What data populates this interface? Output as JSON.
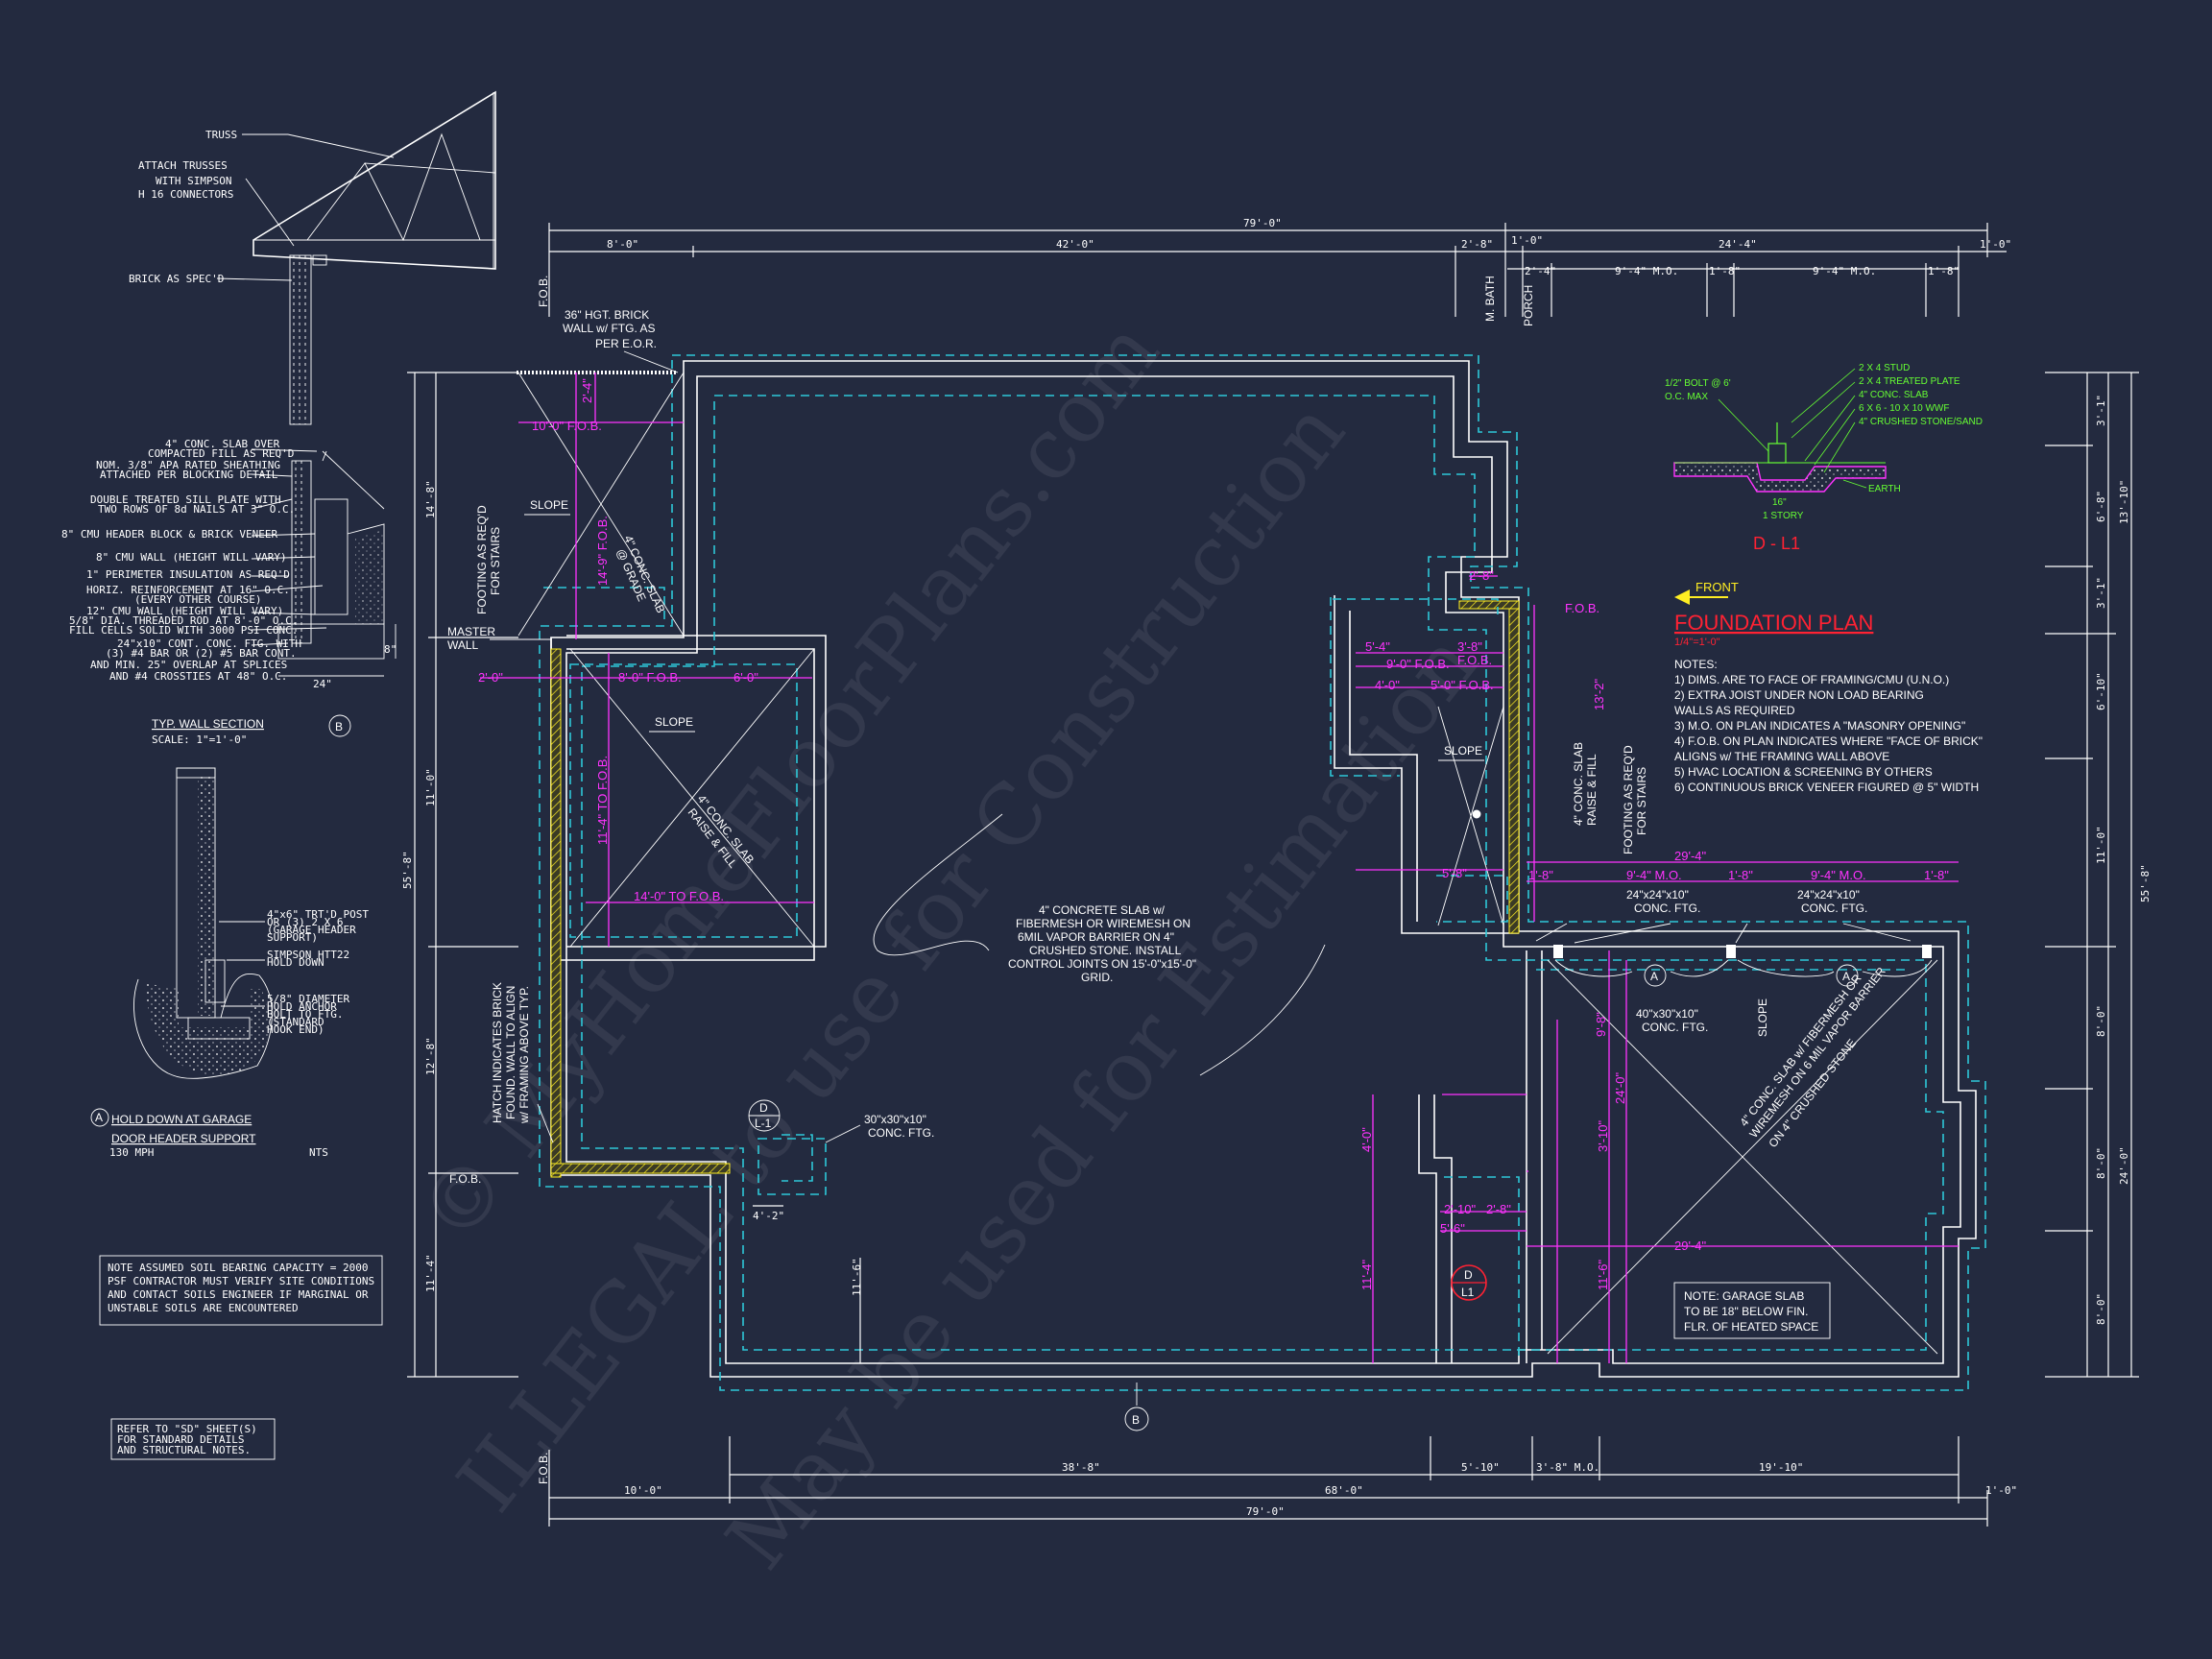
{
  "drawing": {
    "title": "FOUNDATION PLAN",
    "scale": "1/4\"=1'-0\"",
    "front_label": "FRONT",
    "detail_tag": "D - L1",
    "notes_heading": "NOTES:",
    "notes": [
      "1)  DIMS. ARE TO FACE OF FRAMING/CMU (U.N.O.)",
      "2) EXTRA JOIST UNDER NON LOAD BEARING",
      "     WALLS AS REQUIRED",
      "3) M.O. ON PLAN INDICATES A \"MASONRY OPENING\"",
      "4) F.O.B. ON PLAN INDICATES WHERE \"FACE OF BRICK\"",
      "     ALIGNS w/ THE FRAMING WALL ABOVE",
      "5) HVAC LOCATION & SCREENING BY OTHERS",
      "6) CONTINUOUS BRICK VENEER FIGURED @ 5\" WIDTH"
    ],
    "soil_note": [
      "NOTE ASSUMED SOIL BEARING CAPACITY = 2000",
      "PSF CONTRACTOR MUST VERIFY SITE CONDITIONS",
      "AND CONTACT SOILS ENGINEER IF MARGINAL OR",
      "UNSTABLE SOILS ARE ENCOUNTERED"
    ],
    "refer_note": [
      "REFER TO \"SD\" SHEET(S)",
      "FOR STANDARD DETAILS",
      "AND STRUCTURAL NOTES."
    ],
    "garage_note": [
      "NOTE: GARAGE SLAB",
      "TO BE 18\" BELOW FIN.",
      "FLR. OF HEATED SPACE"
    ],
    "main_slab_note": [
      "4\" CONCRETE SLAB w/",
      "FIBERMESH OR WIREMESH ON",
      "6MIL VAPOR BARRIER ON 4\"",
      "CRUSHED STONE. INSTALL",
      "CONTROL JOINTS ON 15'-0\"x15'-0\"",
      "GRID."
    ],
    "garage_slab_note": [
      "4\" CONC. SLAB w/ FIBERMESH OR",
      "WIREMESH ON 6 MIL VAPOR BARRIER",
      "ON 4\" CRUSHED STONE"
    ],
    "hatch_note": [
      "HATCH INDICATES BRICK",
      "FOUND. WALL TO ALIGN",
      "w/ FRAMING ABOVE TYP."
    ],
    "brick_wall_note": [
      "36\" HGT. BRICK",
      "WALL w/ FTG. AS",
      "PER E.O.R."
    ],
    "master_wall": [
      "MASTER",
      "WALL"
    ],
    "footing_stairs": [
      "FOOTING AS REQ'D",
      "FOR STAIRS"
    ],
    "slope": "SLOPE",
    "conc_slab_grade": [
      "4\" CONC. SLAB",
      "@ GRADE"
    ],
    "conc_slab_raise": [
      "4\" CONC. SLAB",
      "RAISE & FILL"
    ],
    "ftg_30": [
      "30\"x30\"x10\"",
      "CONC. FTG."
    ],
    "ftg_24": [
      "24\"x24\"x10\"",
      "CONC. FTG."
    ],
    "ftg_40": [
      "40\"x30\"x10\"",
      "CONC. FTG."
    ],
    "fob": "F.O.B.",
    "m_bath": "M. BATH",
    "porch": "PORCH",
    "section_tag": "B",
    "grid_tag": "A",
    "dl_tag": [
      "D",
      "L-1"
    ],
    "dl_tag2": [
      "D",
      "L1"
    ],
    "watermark": [
      "© MyHomeFloorPlans.com",
      "ILLEGAL to use for Construction",
      "May be used for Estimation"
    ]
  },
  "dims_top": {
    "overall": "79'-0\"",
    "seg": [
      "8'-0\"",
      "42'-0\"",
      "2'-8\"",
      "1'-0\"",
      "24'-4\"",
      "1'-0\""
    ],
    "sub": [
      "2'-4\"",
      "9'-4\" M.O.",
      "1'-8\"",
      "9'-4\" M.O.",
      "1'-8\""
    ]
  },
  "dims_bottom": {
    "overall": "79'-0\"",
    "seg": [
      "10'-0\"",
      "68'-0\"",
      "1'-0\""
    ],
    "sub": [
      "38'-8\"",
      "5'-10\"",
      "3'-8\" M.O.",
      "19'-10\""
    ]
  },
  "dims_left": [
    "14'-8\"",
    "11'-0\"",
    "12'-8\"",
    "11'-4\"",
    "55'-8\""
  ],
  "dims_right": [
    "3'-1\"",
    "6'-8\"",
    "3'-1\"",
    "13'-10\"",
    "6'-10\"",
    "11'-0\"",
    "8'-0\"",
    "8'-0\"",
    "8'-0\"",
    "24'-0\"",
    "55'-8\""
  ],
  "mag_dims": {
    "a": "10'-0\" F.O.B.",
    "b": "2'-4\"",
    "c": "14'-9\" F.O.B.",
    "d": "2'-0\"",
    "e": "8'-0\" F.O.B.",
    "f": "6'-0\"",
    "g": "11'-4\" TO F.O.B.",
    "h": "14'-0\" TO F.O.B.",
    "i": "5'-4\"",
    "j": "3'-8\"",
    "k": "9'-0\" F.O.B.",
    "l": "F.O.B.",
    "m": "4'-0\"",
    "n": "5'-0\" F.O.B.",
    "o": "2'-8\"",
    "p": "13'-2\"",
    "q": "5'-8\"",
    "r": "29'-4\"",
    "s": "1'-8\"",
    "t": "9'-4\" M.O.",
    "u": "9'-8\"",
    "v": "24'-0\"",
    "w": "4'-0\"",
    "x": "3'-10\"",
    "y": "2'-10\"",
    "z": "5'-6\"",
    "aa": "11'-4\"",
    "ab": "11'-6\"",
    "ac": "4'-2\"",
    "ad": "11'-6\""
  },
  "wall_section": {
    "title": "TYP. WALL SECTION",
    "tag": "B",
    "scale": "SCALE: 1\"=1'-0\"",
    "labels": [
      "TRUSS",
      "ATTACH TRUSSES",
      "WITH SIMPSON",
      "H 16 CONNECTORS",
      "BRICK AS SPEC'D",
      "4\" CONC. SLAB OVER",
      "COMPACTED FILL AS REQ'D",
      "NOM. 3/8\" APA RATED SHEATHING",
      "ATTACHED PER BLOCKING DETAIL",
      "DOUBLE TREATED SILL PLATE WITH",
      "TWO ROWS OF 8d NAILS AT 3\" O.C.",
      "8\" CMU HEADER BLOCK & BRICK VENEER",
      "8\" CMU WALL (HEIGHT WILL VARY)",
      "1\" PERIMETER INSULATION AS REQ'D",
      "HORIZ. REINFORCEMENT AT 16\" O.C.",
      "(EVERY OTHER COURSE)",
      "12\" CMU WALL (HEIGHT WILL VARY)",
      "5/8\" DIA. THREADED ROD AT 8'-0\" O.C.",
      "FILL CELLS SOLID WITH 3000 PSI CONC.",
      "24\"x10\" CONT. CONC. FTG. WITH",
      "(3) #4 BAR OR (2) #5 BAR CONT.",
      "AND MIN. 25\" OVERLAP AT SPLICES",
      "AND #4 CROSSTIES AT 48\" O.C.",
      "24\"",
      "8\""
    ]
  },
  "hold_down": {
    "title1": "HOLD DOWN AT GARAGE",
    "title2": "DOOR HEADER SUPPORT",
    "tag": "A",
    "mph": "130 MPH",
    "nts": "NTS",
    "labels": [
      "4\"x6\" TRT'D POST",
      "OR (3) 2 X 6",
      "(GARAGE HEADER",
      "SUPPORT)",
      "SIMPSON HTT22",
      "HOLD DOWN",
      "5/8\" DIAMETER",
      "HOLD ANCHOR",
      "BOLT TO FTG.",
      "(STANDARD",
      "HOOK END)"
    ]
  },
  "stoop": {
    "labels": [
      "1/2\" BOLT @ 6'",
      "O.C. MAX",
      "2 X 4 STUD",
      "2 X 4 TREATED PLATE",
      "4\" CONC. SLAB",
      "6 X 6 - 10 X 10 WWF",
      "4\" CRUSHED STONE/SAND",
      "EARTH",
      "16\"",
      "1 STORY"
    ]
  }
}
